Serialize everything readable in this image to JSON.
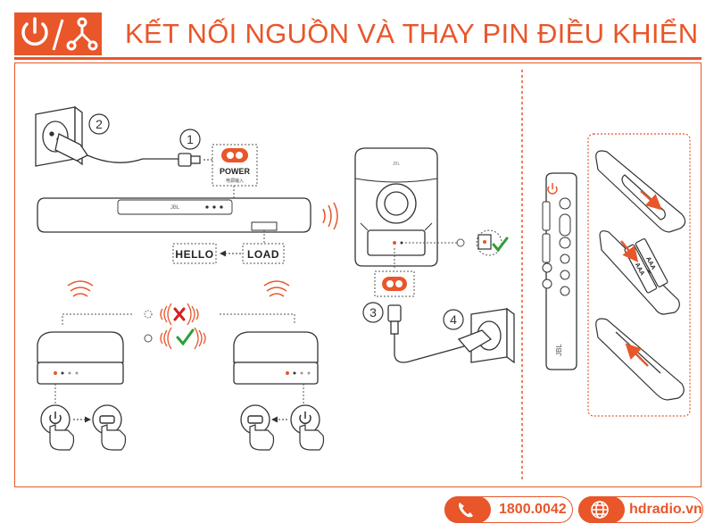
{
  "header": {
    "title": "KẾT NỐI NGUỒN VÀ THAY PIN ĐIỀU KHIỂN",
    "accent_color": "#e8562a",
    "icons": [
      "power-icon",
      "network-icon"
    ]
  },
  "soundbar": {
    "brand": "JBL",
    "steps": [
      "1",
      "2"
    ],
    "power_port_label": "POWER",
    "power_port_sublabel": "电源输入",
    "display_labels": [
      "HELLO",
      "LOAD"
    ]
  },
  "subwoofer": {
    "steps": [
      "3",
      "4"
    ]
  },
  "remote": {
    "brand": "JBL",
    "battery_labels": [
      "AAA",
      "AAA"
    ]
  },
  "contacts": {
    "phone": "1800.0042",
    "website": "hdradio.vn"
  }
}
